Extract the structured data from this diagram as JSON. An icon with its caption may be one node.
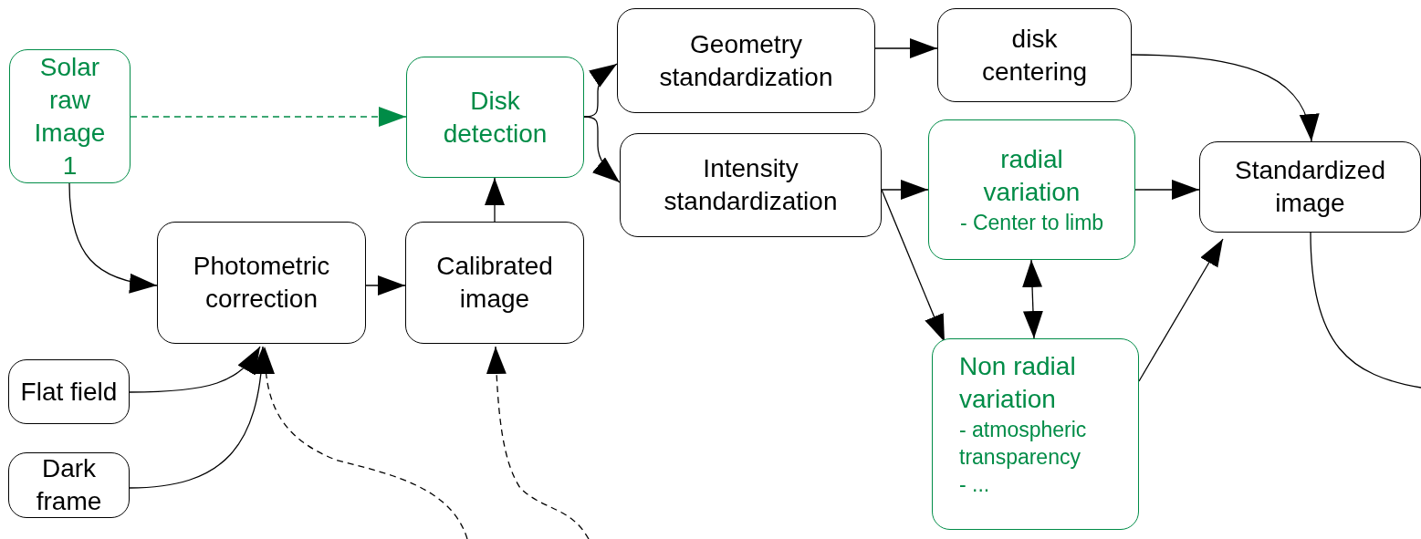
{
  "diagram": {
    "nodes": [
      {
        "text": [
          "Solar raw Image 1"
        ]
      },
      {
        "text": [
          "Disk detection"
        ]
      },
      {
        "text": [
          "Geometry standardization"
        ]
      },
      {
        "text": [
          "disk centering"
        ]
      },
      {
        "text": [
          "Intensity standardization"
        ]
      },
      {
        "text": [
          "radial variation",
          "- Center to limb"
        ]
      },
      {
        "text": [
          "Standardized image"
        ]
      },
      {
        "text": [
          "Photometric correction"
        ]
      },
      {
        "text": [
          "Calibrated image"
        ]
      },
      {
        "text": [
          "Flat field"
        ]
      },
      {
        "text": [
          "Dark frame"
        ]
      },
      {
        "text": [
          "Non radial variation",
          "- atmospheric transparency",
          "- ..."
        ]
      }
    ],
    "edges": [
      {
        "from": 0,
        "to": 1,
        "arrow": "to",
        "style": "dashed",
        "color": "#008c47"
      },
      {
        "from": 1,
        "to": 2,
        "arrow": "to"
      },
      {
        "from": 1,
        "to": 4,
        "arrow": "to"
      },
      {
        "from": 2,
        "to": 3,
        "arrow": "to"
      },
      {
        "from": 3,
        "to": 6,
        "arrow": "to"
      },
      {
        "from": 4,
        "to": 5,
        "arrow": "to"
      },
      {
        "from": 4,
        "to": 11,
        "arrow": "to"
      },
      {
        "from": 5,
        "to": 6,
        "arrow": "to"
      },
      {
        "from": 5,
        "to": 11,
        "arrow": "both"
      },
      {
        "from": 11,
        "to": 6,
        "arrow": "to"
      },
      {
        "from": 0,
        "to": 7,
        "arrow": "to"
      },
      {
        "from": 7,
        "to": 8,
        "arrow": "to"
      },
      {
        "from": 8,
        "to": 1,
        "arrow": "to"
      },
      {
        "from": 9,
        "to": 7,
        "arrow": "to"
      },
      {
        "from": 10,
        "to": 7,
        "arrow": "to"
      },
      {
        "from": null,
        "to": 7,
        "arrow": "to",
        "style": "dashed"
      },
      {
        "from": null,
        "to": 8,
        "arrow": "to",
        "style": "dashed"
      },
      {
        "from": 6,
        "to": null,
        "arrow": "none"
      }
    ]
  }
}
